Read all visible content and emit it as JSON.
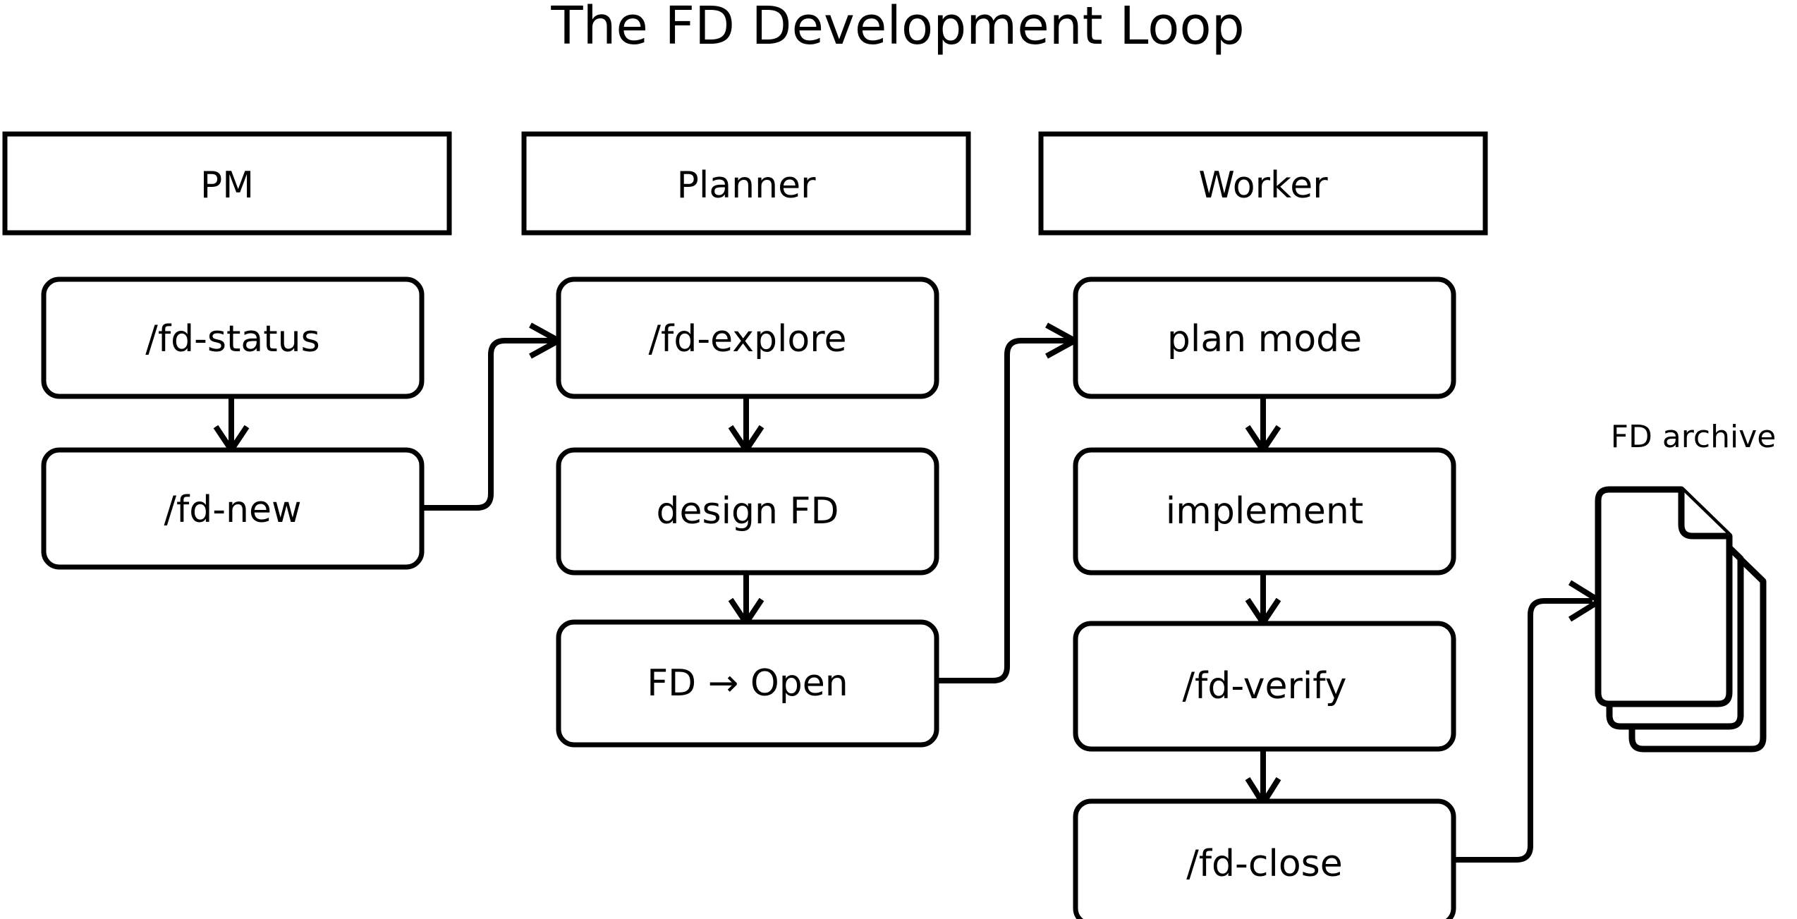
{
  "title": "The FD Development Loop",
  "lanes": [
    {
      "id": "pm",
      "label": "PM"
    },
    {
      "id": "planner",
      "label": "Planner"
    },
    {
      "id": "worker",
      "label": "Worker"
    }
  ],
  "nodes": {
    "pm": [
      {
        "id": "fd-status",
        "label": "/fd-status"
      },
      {
        "id": "fd-new",
        "label": "/fd-new"
      }
    ],
    "planner": [
      {
        "id": "fd-explore",
        "label": "/fd-explore"
      },
      {
        "id": "design-fd",
        "label": "design FD"
      },
      {
        "id": "fd-open",
        "label": "FD → Open"
      }
    ],
    "worker": [
      {
        "id": "plan-mode",
        "label": "plan mode"
      },
      {
        "id": "implement",
        "label": "implement"
      },
      {
        "id": "fd-verify",
        "label": "/fd-verify"
      },
      {
        "id": "fd-close",
        "label": "/fd-close"
      }
    ]
  },
  "archive": {
    "label": "FD archive",
    "sheet_count": 3
  },
  "colors": {
    "stroke": "#000000",
    "fill": "#ffffff",
    "text": "#000000",
    "background": "#ffffff"
  },
  "chart_data": {
    "type": "diagram",
    "title": "The FD Development Loop",
    "flow": [
      "/fd-status",
      "/fd-new",
      "/fd-explore",
      "design FD",
      "FD → Open",
      "plan mode",
      "implement",
      "/fd-verify",
      "/fd-close",
      "FD archive"
    ],
    "edges": [
      {
        "from": "/fd-status",
        "to": "/fd-new",
        "lane": "PM",
        "style": "vertical"
      },
      {
        "from": "/fd-new",
        "to": "/fd-explore",
        "lane": "PM→Planner",
        "style": "elbow"
      },
      {
        "from": "/fd-explore",
        "to": "design FD",
        "lane": "Planner",
        "style": "vertical"
      },
      {
        "from": "design FD",
        "to": "FD → Open",
        "lane": "Planner",
        "style": "vertical"
      },
      {
        "from": "FD → Open",
        "to": "plan mode",
        "lane": "Planner→Worker",
        "style": "elbow"
      },
      {
        "from": "plan mode",
        "to": "implement",
        "lane": "Worker",
        "style": "vertical"
      },
      {
        "from": "implement",
        "to": "/fd-verify",
        "lane": "Worker",
        "style": "vertical"
      },
      {
        "from": "/fd-verify",
        "to": "/fd-close",
        "lane": "Worker",
        "style": "vertical"
      },
      {
        "from": "/fd-close",
        "to": "FD archive",
        "lane": "Worker→Archive",
        "style": "elbow"
      }
    ]
  }
}
